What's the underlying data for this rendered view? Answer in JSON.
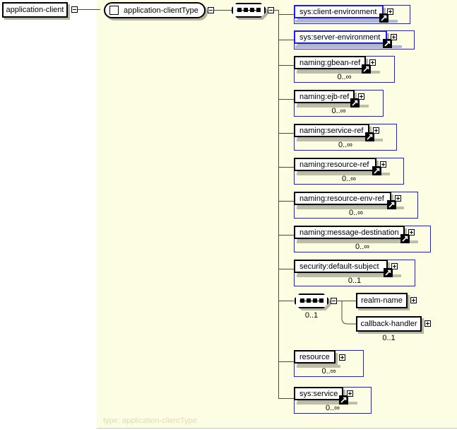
{
  "diagram": {
    "kind": "xsd-schema-diagram",
    "panel_caption": "type: application-clientType",
    "colors": {
      "panel_background": "#fdfde4",
      "ref_element_border": "#1a1aff",
      "line": "#4a4a38",
      "shadow": "#b4b4a0",
      "caption_text": "#dcdcb9",
      "underbar": "#b0b8d8",
      "graybar": "#bdbdaa"
    },
    "root": {
      "label": "application-client",
      "toggle": "minus-toggle-icon"
    },
    "type_capsule": {
      "label": "application-clientType",
      "icon": "square-icon",
      "toggle": "minus-toggle-icon"
    },
    "root_sequence": {
      "icon": "sequence-icon",
      "toggle": "minus-toggle-icon"
    },
    "children": [
      {
        "label": "sys:client-environment",
        "occurs": "",
        "ref": true,
        "expand": "plus-toggle-icon"
      },
      {
        "label": "sys:server-environment",
        "occurs": "",
        "ref": true,
        "expand": "plus-toggle-icon"
      },
      {
        "label": "naming:gbean-ref",
        "occurs": "0..∞",
        "ref": true,
        "expand": "plus-toggle-icon"
      },
      {
        "label": "naming:ejb-ref",
        "occurs": "0..∞",
        "ref": true,
        "expand": "plus-toggle-icon"
      },
      {
        "label": "naming:service-ref",
        "occurs": "0..∞",
        "ref": true,
        "expand": "plus-toggle-icon"
      },
      {
        "label": "naming:resource-ref",
        "occurs": "0..∞",
        "ref": true,
        "expand": "plus-toggle-icon"
      },
      {
        "label": "naming:resource-env-ref",
        "occurs": "0..∞",
        "ref": true,
        "expand": "plus-toggle-icon"
      },
      {
        "label": "naming:message-destination",
        "occurs": "0..∞",
        "ref": true,
        "expand": "plus-toggle-icon"
      },
      {
        "label": "security:default-subject",
        "occurs": "0..1",
        "ref": true,
        "expand": "plus-toggle-icon"
      },
      {
        "label": "resource",
        "occurs": "0..∞",
        "ref": false,
        "expand": "plus-toggle-icon"
      },
      {
        "label": "sys:service",
        "occurs": "0..∞",
        "ref": true,
        "expand": "plus-toggle-icon"
      }
    ],
    "inner_group": {
      "icon": "sequence-icon",
      "occurs": "0..1",
      "toggle": "minus-toggle-icon",
      "items": [
        {
          "label": "realm-name",
          "occurs": "",
          "expand": "plus-toggle-icon"
        },
        {
          "label": "callback-handler",
          "occurs": "0..1",
          "expand": "plus-toggle-icon"
        }
      ]
    }
  }
}
